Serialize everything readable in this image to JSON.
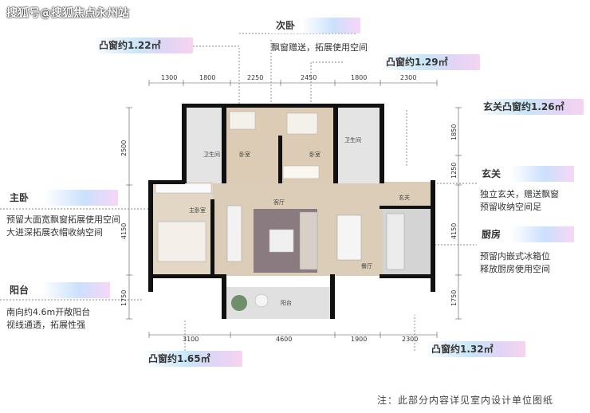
{
  "watermark": "搜狐号@搜狐焦点永州站",
  "note": "注：此部分内容详见室内设计单位图纸",
  "callouts": {
    "bay_window_top_left": "凸窗约1.22㎡",
    "second_bedroom": "次卧",
    "second_bedroom_desc": "飘窗赠送，拓展使用空间",
    "bay_window_top_right": "凸窗约1.29㎡",
    "entry_bay_window": "玄关凸窗约1.26㎡",
    "entry": "玄关",
    "entry_desc": [
      "独立玄关，赠送飘窗",
      "预留收纳空间足"
    ],
    "master_bedroom": "主卧",
    "master_desc": [
      "预留大面宽飘窗拓展使用空间",
      "大进深拓展衣帽收纳空间"
    ],
    "kitchen": "厨房",
    "kitchen_desc": [
      "预留内嵌式冰箱位",
      "释放厨房使用空间"
    ],
    "balcony": "阳台",
    "balcony_desc": [
      "南向约4.6m开敞阳台",
      "视线通透，拓展性强"
    ],
    "bay_window_bottom_left": "凸窗约1.65㎡",
    "bay_window_bottom_right": "凸窗约1.32㎡"
  },
  "dimensions": {
    "top": [
      "1300",
      "1800",
      "2250",
      "2450",
      "1800",
      "2300"
    ],
    "bottom": [
      "3100",
      "4600",
      "1900",
      "2300"
    ],
    "left": [
      "2500",
      "4150",
      "1750"
    ],
    "right": [
      "1850",
      "1250",
      "4150",
      "1750"
    ]
  },
  "rooms": {
    "bath_left": "卫生间",
    "bedroom_a": "卧室",
    "bedroom_b": "卧室",
    "bath_right": "卫生间",
    "master": "主卧室",
    "living": "客厅",
    "foyer": "玄关",
    "dining": "餐厅",
    "balcony": "阳台"
  },
  "colors": {
    "wall": "#111111",
    "floor_wood": "#d9c9b2",
    "floor_tile": "#e6e6e6",
    "rug": "#8a7a7e"
  }
}
